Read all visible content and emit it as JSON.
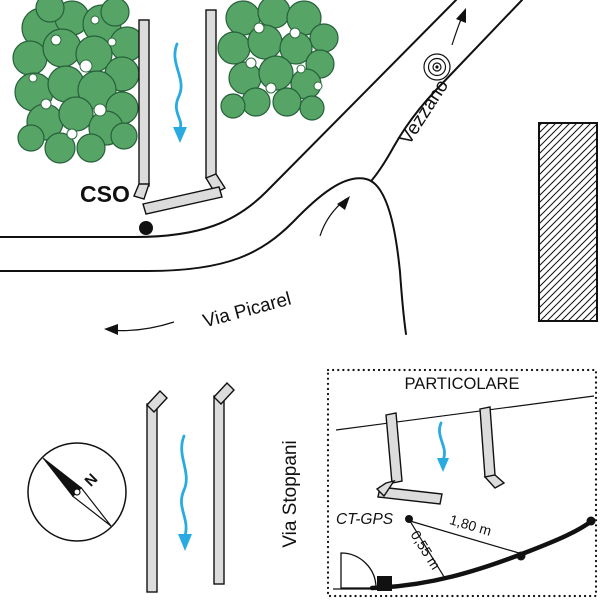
{
  "labels": {
    "cso": "CSO",
    "vezzano": "Vezzano",
    "via_picarel": "Via Picarel",
    "via_stoppani": "Via Stoppani",
    "particolare": "PARTICOLARE",
    "ct_gps": "CT-GPS",
    "north": "N",
    "dist_long": "1,80 m",
    "dist_short": "0,55 m"
  },
  "colors": {
    "foliage": "#57a566",
    "foliage_outline": "#25603a",
    "flow_arrow": "#29abe2",
    "wall_fill": "#dcdcdc",
    "ink": "#111111"
  }
}
